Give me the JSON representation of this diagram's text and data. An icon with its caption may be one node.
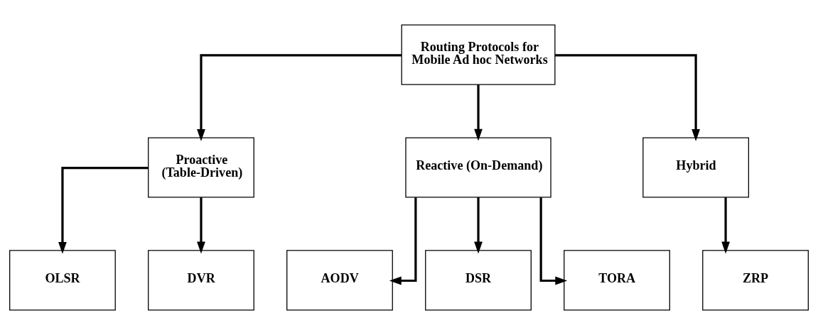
{
  "diagram": {
    "nodes": [
      {
        "text": [
          "Routing Protocols for Mobile Ad hoc Networks"
        ]
      },
      {
        "text": [
          "Proactive (Table-Driven)"
        ]
      },
      {
        "text": [
          "Reactive (On-Demand)"
        ]
      },
      {
        "text": [
          "Hybrid"
        ]
      },
      {
        "text": [
          "OLSR"
        ]
      },
      {
        "text": [
          "DVR"
        ]
      },
      {
        "text": [
          "AODV"
        ]
      },
      {
        "text": [
          "DSR"
        ]
      },
      {
        "text": [
          "TORA"
        ]
      },
      {
        "text": [
          "ZRP"
        ]
      }
    ],
    "edges": [
      {
        "from": 0,
        "to": 1,
        "arrow": "to"
      },
      {
        "from": 0,
        "to": 2,
        "arrow": "to"
      },
      {
        "from": 0,
        "to": 3,
        "arrow": "to"
      },
      {
        "from": 1,
        "to": 4,
        "arrow": "to"
      },
      {
        "from": 1,
        "to": 5,
        "arrow": "to"
      },
      {
        "from": 2,
        "to": 6,
        "arrow": "to"
      },
      {
        "from": 2,
        "to": 7,
        "arrow": "to"
      },
      {
        "from": 2,
        "to": 8,
        "arrow": "to"
      },
      {
        "from": 3,
        "to": 9,
        "arrow": "to"
      }
    ]
  }
}
